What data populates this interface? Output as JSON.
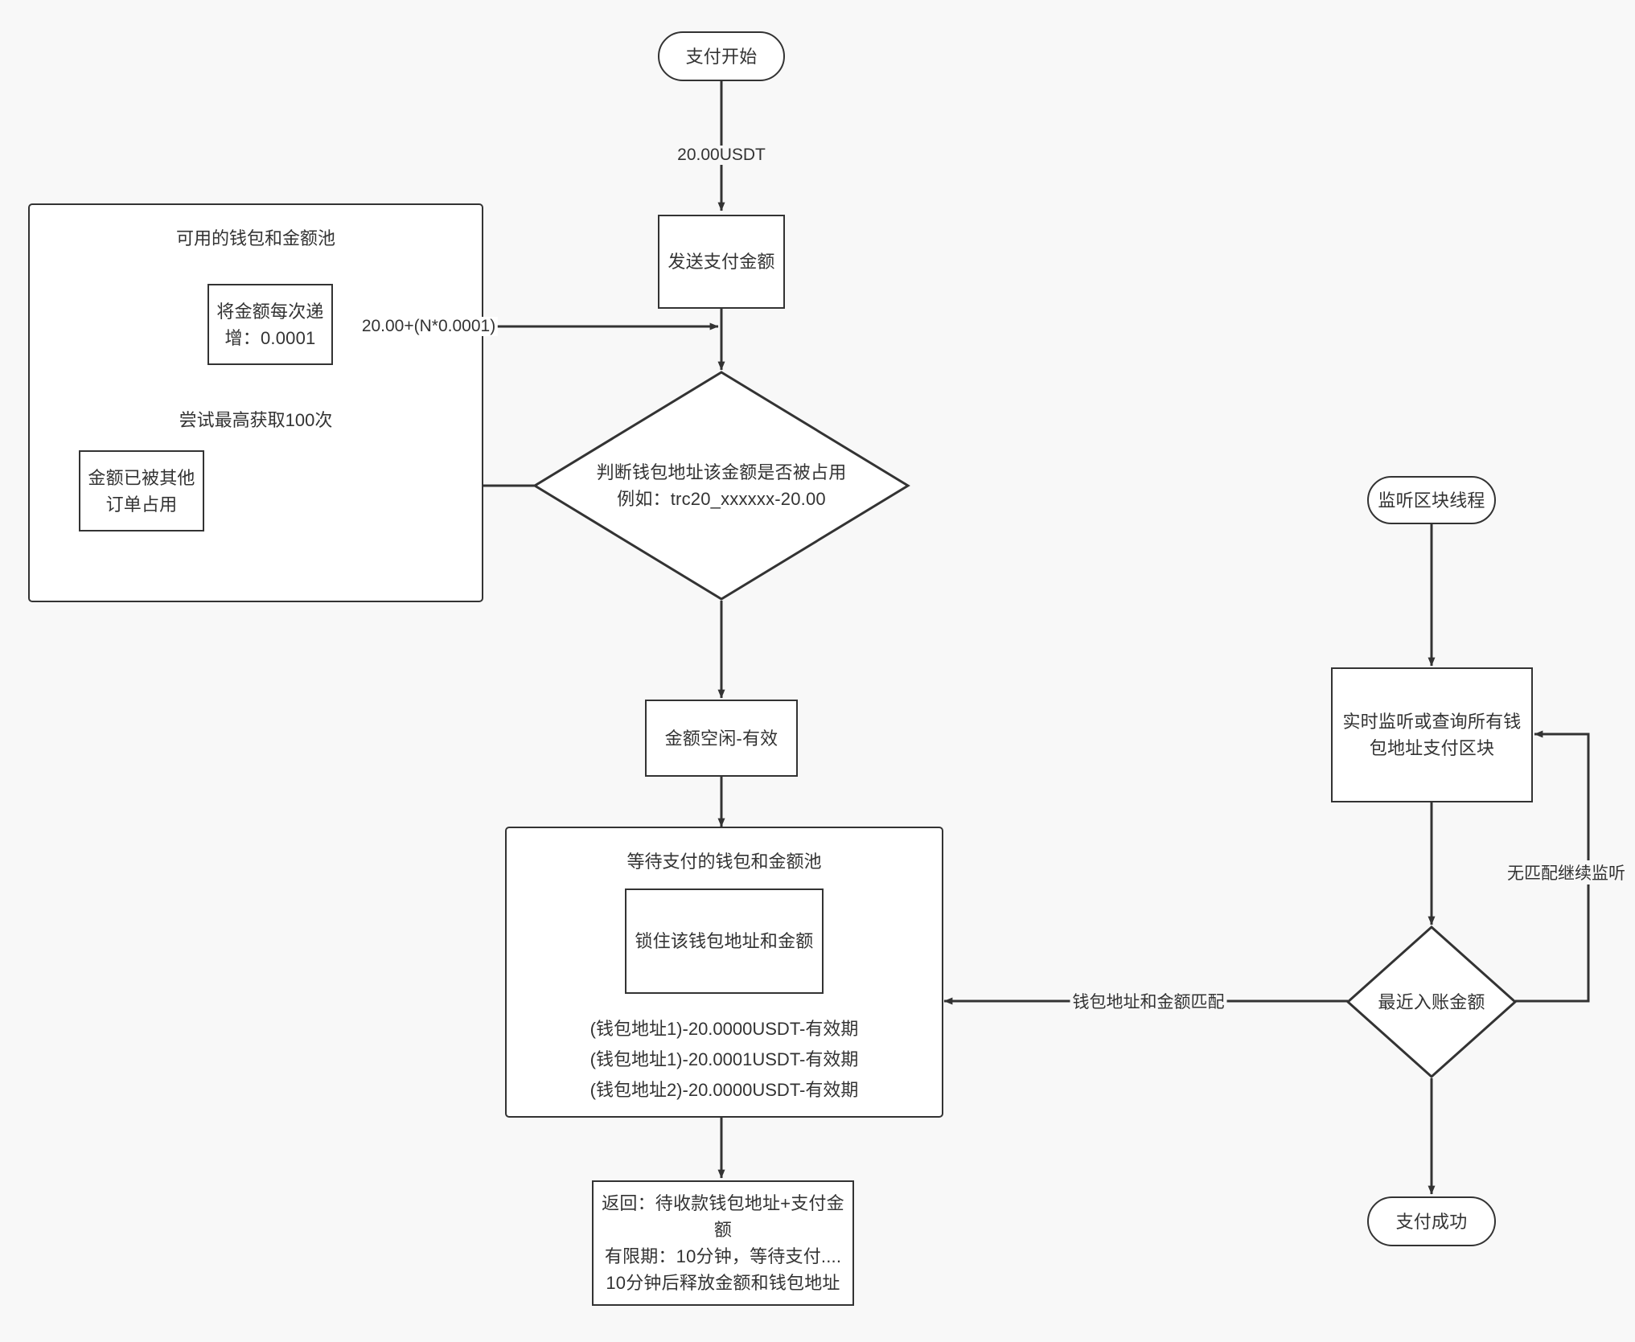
{
  "diagram": {
    "title": "USDT payment amount allocation and block listening flowchart",
    "background": "#f8f8f8",
    "node_fill": "#ffffff",
    "stroke": "#333333"
  },
  "nodes": {
    "payment_start": "支付开始",
    "send_amount": "发送支付金额",
    "increment_amount": "将金额每次递\n增：0.0001",
    "amount_occupied": "金额已被其他\n订单占用",
    "check_occupied": "判断钱包地址该金额是否被占用\n例如：trc20_xxxxxx-20.00",
    "amount_free": "金额空闲-有效",
    "lock_wallet": "锁住该钱包地址和金额",
    "return_info": "返回：待收款钱包地址+支付金额\n有限期：10分钟，等待支付....\n10分钟后释放金额和钱包地址",
    "listen_thread": "监听区块线程",
    "realtime_listen": "实时监听或查询所有钱\n包地址支付区块",
    "recent_amount": "最近入账金额",
    "payment_success": "支付成功"
  },
  "clusters": {
    "available_pool": {
      "title": "可用的钱包和金额池",
      "note": "尝试最高获取100次"
    },
    "waiting_pool": {
      "title": "等待支付的钱包和金额池",
      "entries": [
        "(钱包地址1)-20.0000USDT-有效期",
        "(钱包地址1)-20.0001USDT-有效期",
        "(钱包地址2)-20.0000USDT-有效期"
      ]
    }
  },
  "edge_labels": {
    "start_to_send": "20.00USDT",
    "increment_to_send": "20.00+(N*0.0001)",
    "no_match_continue": "无匹配继续监听",
    "wallet_amount_match": "钱包地址和金额匹配"
  }
}
